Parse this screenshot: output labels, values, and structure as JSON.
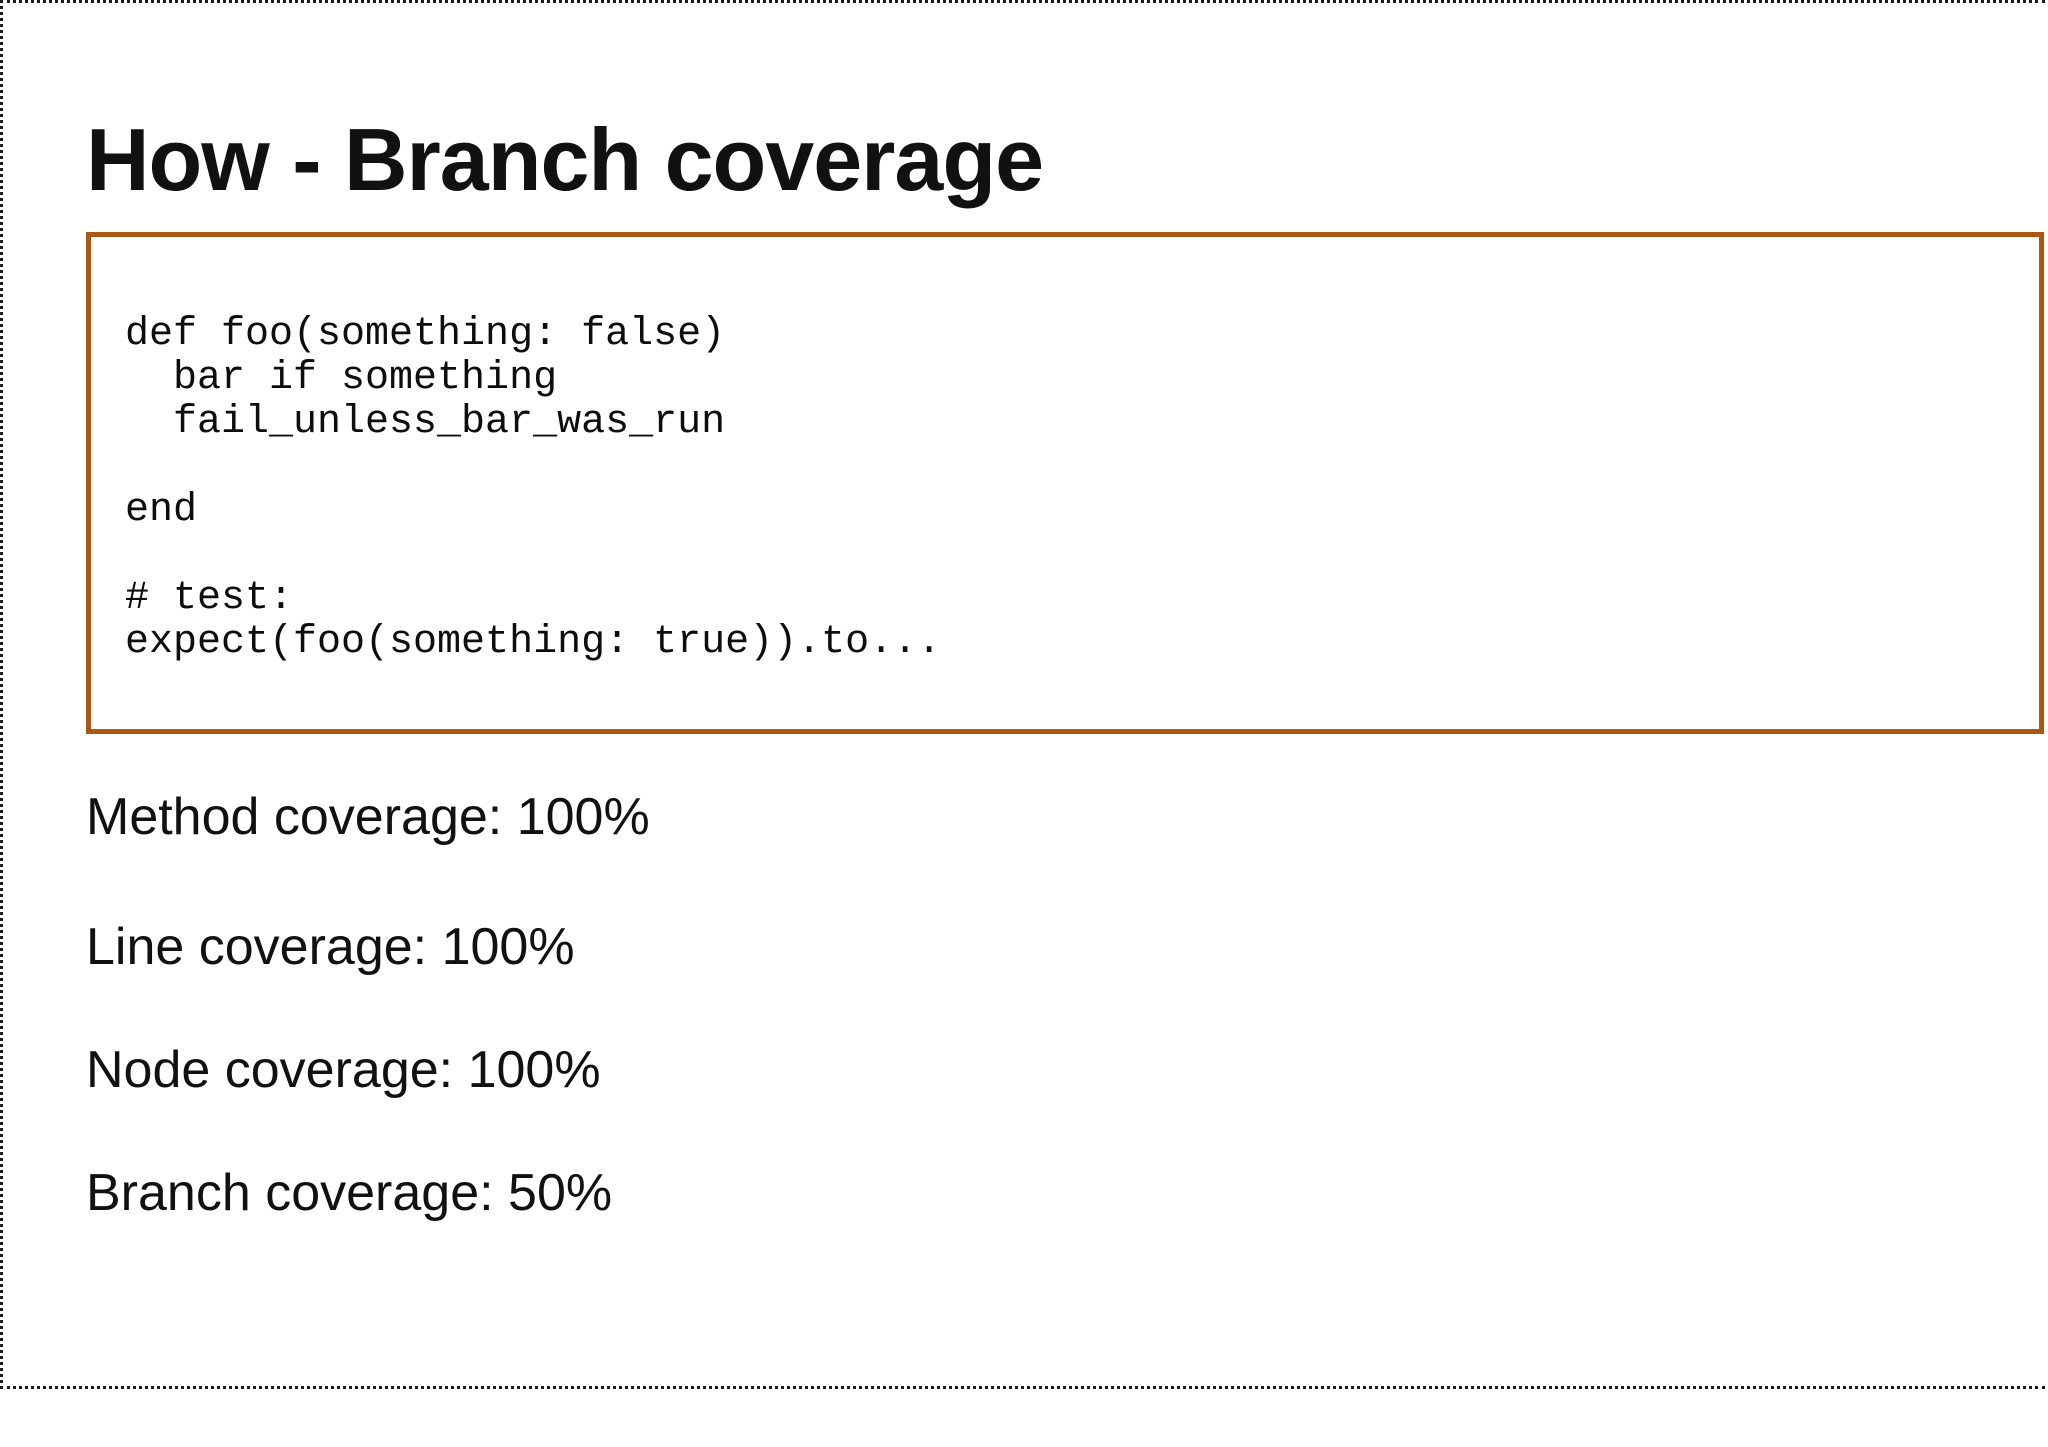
{
  "slide": {
    "title": "How - Branch coverage",
    "code_block": {
      "text": "def foo(something: false)\n  bar if something\n  fail_unless_bar_was_run\n\nend\n\n# test:\nexpect(foo(something: true)).to...",
      "border_color": "#ad5715"
    },
    "coverage": {
      "items": [
        {
          "label": "Method coverage",
          "value": "100%",
          "text": "Method coverage: 100%"
        },
        {
          "label": "Line coverage",
          "value": "100%",
          "text": "Line coverage: 100%"
        },
        {
          "label": "Node coverage",
          "value": "100%",
          "text": "Node coverage: 100%"
        },
        {
          "label": "Branch coverage",
          "value": "50%",
          "text": "Branch coverage: 50%"
        }
      ]
    },
    "border_style": "dotted-black"
  }
}
